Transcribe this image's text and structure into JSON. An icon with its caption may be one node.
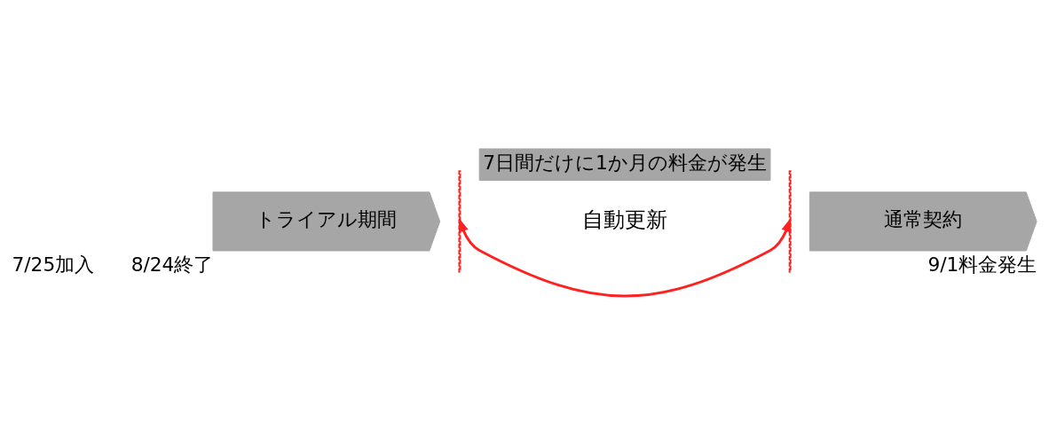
{
  "diagram": {
    "nodes": [
      {
        "text": [
          "7日間だけに1か月の料金が発生"
        ]
      },
      {
        "text": [
          "トライアル期間"
        ],
        "beside": [
          "7/25加入",
          "8/24終了"
        ]
      },
      {
        "text": [],
        "shape": "bar"
      },
      {
        "text": [
          "自動更新"
        ]
      },
      {
        "text": [],
        "shape": "bar"
      },
      {
        "text": [
          "通常契約"
        ],
        "beside": [
          "9/1料金発生"
        ]
      }
    ],
    "edges": [
      {
        "from": 2,
        "to": 4,
        "arrow": "both",
        "color": "#ff2020"
      }
    ]
  }
}
